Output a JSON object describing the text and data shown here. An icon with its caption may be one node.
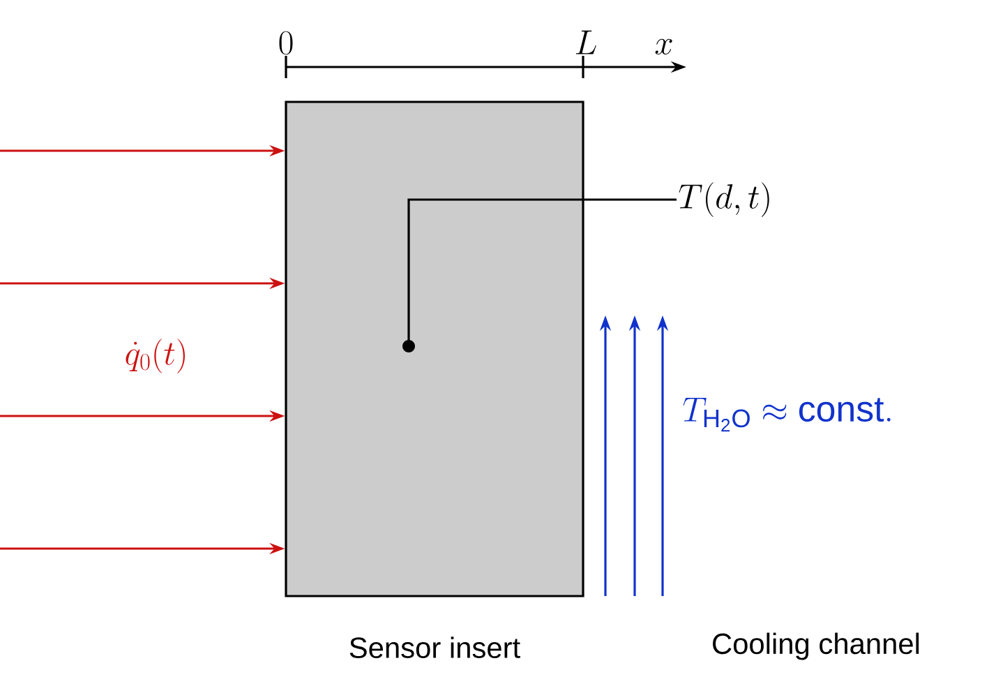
{
  "diagram": {
    "nodes": [
      {
        "text": [],
        "shape": "box",
        "beside": [
          "Sensor insert"
        ]
      },
      {
        "text": [],
        "shape": "circle",
        "in": 0
      },
      {
        "text": [
          "T(d,t)"
        ]
      }
    ],
    "edges": [
      {
        "from": null,
        "to": 0,
        "arrow": "to",
        "color": "#cc1111"
      },
      {
        "from": null,
        "to": 0,
        "arrow": "to",
        "color": "#cc1111"
      },
      {
        "from": null,
        "to": 0,
        "arrow": "to",
        "color": "#cc1111"
      },
      {
        "from": null,
        "to": 0,
        "arrow": "to",
        "color": "#cc1111"
      },
      {
        "from": 2,
        "to": 1,
        "arrow": "none",
        "color": "#000000"
      }
    ],
    "labels": [
      "0",
      "L",
      "x",
      "\\dot{q}_0(t)",
      "T_{\\mathrm{H_2O}} \\approx \\mathrm{const.}",
      "Cooling channel"
    ]
  }
}
